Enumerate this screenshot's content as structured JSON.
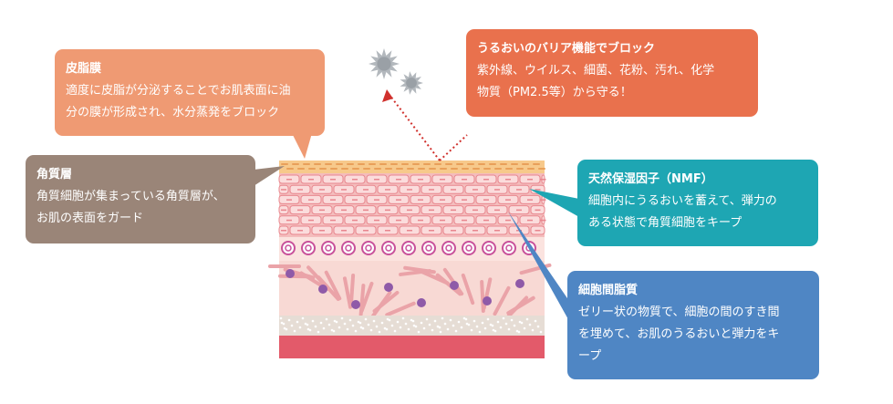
{
  "callouts": {
    "sebum": {
      "title": "皮脂膜",
      "text": "適度に皮脂が分泌することでお肌表面に油\n分の膜が形成され、水分蒸発をブロック"
    },
    "barrier": {
      "title": "うるおいのバリア機能でブロック",
      "text": "紫外線、ウイルス、細菌、花粉、汚れ、化学\n物質（PM2.5等）から守る！"
    },
    "stratum": {
      "title": "角質層",
      "text": "角質細胞が集まっている角質層が、\nお肌の表面をガード"
    },
    "nmf": {
      "title": "天然保湿因子（NMF）",
      "text": "細胞内にうるおいを蓄えて、弾力の\nある状態で角質細胞をキープ"
    },
    "lipid": {
      "title": "細胞間脂質",
      "text": "ゼリー状の物質で、細胞の間のすき間\nを埋めて、お肌のうるおいと弾力をキ\nープ"
    }
  },
  "colors": {
    "sebum": "#ef9a73",
    "barrier": "#e9714d",
    "stratum": "#9a8578",
    "nmf": "#1ea6b3",
    "lipid": "#4f86c4",
    "arrow": "#d0312d"
  },
  "icons": [
    "virus-particle-icon",
    "virus-particle-icon"
  ]
}
